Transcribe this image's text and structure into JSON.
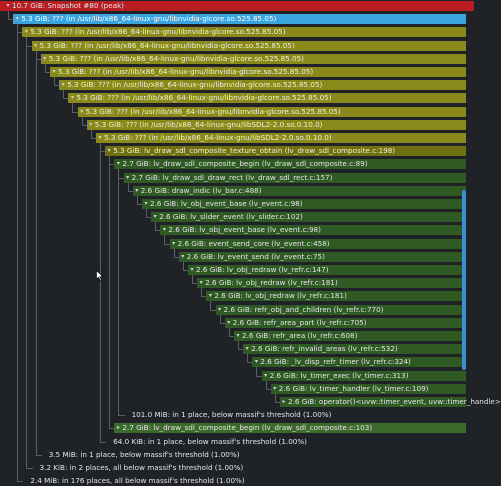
{
  "colors": {
    "root": "#b81d22",
    "selected": "#39a4de",
    "olive": "#8a8a1c",
    "olive_dark": "#6f700f",
    "green": "#2f5a24",
    "green_mid": "#3c6a2b",
    "plain": "#1f2226",
    "line": "#5a5f63"
  },
  "tree": {
    "rows": [
      {
        "text": "10.7 GiB: Snapshot #80 (peak)",
        "level": 0,
        "arrow": "▾",
        "style": "root"
      },
      {
        "text": "5.3 GiB: ??? (in /usr/lib/x86_64-linux-gnu/libnvidia-glcore.so.525.85.05)",
        "level": 1,
        "arrow": "▾",
        "style": "selected"
      },
      {
        "text": "5.3 GiB: ??? (in /usr/lib/x86_64-linux-gnu/libnvidia-glcore.so.525.85.05)",
        "level": 2,
        "arrow": "▾",
        "style": "olive"
      },
      {
        "text": "5.3 GiB: ??? (in /usr/lib/x86_64-linux-gnu/libnvidia-glcore.so.525.85.05)",
        "level": 3,
        "arrow": "▾",
        "style": "olive"
      },
      {
        "text": "5.3 GiB: ??? (in /usr/lib/x86_64-linux-gnu/libnvidia-glcore.so.525.85.05)",
        "level": 4,
        "arrow": "▾",
        "style": "olive"
      },
      {
        "text": "5.3 GiB: ??? (in /usr/lib/x86_64-linux-gnu/libnvidia-glcore.so.525.85.05)",
        "level": 5,
        "arrow": "▾",
        "style": "olive"
      },
      {
        "text": "5.3 GiB: ??? (in /usr/lib/x86_64-linux-gnu/libnvidia-glcore.so.525.85.05)",
        "level": 6,
        "arrow": "▾",
        "style": "olive"
      },
      {
        "text": "5.3 GiB: ??? (in /usr/lib/x86_64-linux-gnu/libnvidia-glcore.so.525.85.05)",
        "level": 7,
        "arrow": "▾",
        "style": "olive"
      },
      {
        "text": "5.3 GiB: ??? (in /usr/lib/x86_64-linux-gnu/libnvidia-glcore.so.525.85.05)",
        "level": 8,
        "arrow": "▾",
        "style": "olive"
      },
      {
        "text": "5.3 GiB: ??? (in /usr/lib/x86_64-linux-gnu/libSDL2-2.0.so.0.10.0)",
        "level": 9,
        "arrow": "▾",
        "style": "olive"
      },
      {
        "text": "5.3 GiB: ??? (in /usr/lib/x86_64-linux-gnu/libSDL2-2.0.so.0.10.0)",
        "level": 10,
        "arrow": "▾",
        "style": "olive"
      },
      {
        "text": "5.3 GiB: lv_draw_sdl_composite_texture_obtain (lv_draw_sdl_composite.c:198)",
        "level": 11,
        "arrow": "▾",
        "style": "olive_dark"
      },
      {
        "text": "2.7 GiB: lv_draw_sdl_composite_begin (lv_draw_sdl_composite.c:89)",
        "level": 12,
        "arrow": "▾",
        "style": "green"
      },
      {
        "text": "2.7 GiB: lv_draw_sdl_draw_rect (lv_draw_sdl_rect.c:157)",
        "level": 13,
        "arrow": "▾",
        "style": "green"
      },
      {
        "text": "2.6 GiB: draw_indic (lv_bar.c:488)",
        "level": 14,
        "arrow": "▾",
        "style": "green"
      },
      {
        "text": "2.6 GiB: lv_obj_event_base (lv_event.c:98)",
        "level": 15,
        "arrow": "▾",
        "style": "green"
      },
      {
        "text": "2.6 GiB: lv_slider_event (lv_slider.c:102)",
        "level": 16,
        "arrow": "▾",
        "style": "green"
      },
      {
        "text": "2.6 GiB: lv_obj_event_base (lv_event.c:98)",
        "level": 17,
        "arrow": "▾",
        "style": "green"
      },
      {
        "text": "2.6 GiB: event_send_core (lv_event.c:458)",
        "level": 18,
        "arrow": "▾",
        "style": "green"
      },
      {
        "text": "2.6 GiB: lv_event_send (lv_event.c:75)",
        "level": 19,
        "arrow": "▾",
        "style": "green"
      },
      {
        "text": "2.6 GiB: lv_obj_redraw (lv_refr.c:147)",
        "level": 20,
        "arrow": "▾",
        "style": "green"
      },
      {
        "text": "2.6 GiB: lv_obj_redraw (lv_refr.c:181)",
        "level": 21,
        "arrow": "▾",
        "style": "green"
      },
      {
        "text": "2.6 GiB: lv_obj_redraw (lv_refr.c:181)",
        "level": 22,
        "arrow": "▾",
        "style": "green"
      },
      {
        "text": "2.6 GiB: refr_obj_and_children (lv_refr.c:770)",
        "level": 23,
        "arrow": "▾",
        "style": "green"
      },
      {
        "text": "2.6 GiB: refr_area_part (lv_refr.c:705)",
        "level": 24,
        "arrow": "▾",
        "style": "green"
      },
      {
        "text": "2.6 GiB: refr_area (lv_refr.c:608)",
        "level": 25,
        "arrow": "▾",
        "style": "green"
      },
      {
        "text": "2.6 GiB: refr_invalid_areas (lv_refr.c:532)",
        "level": 26,
        "arrow": "▾",
        "style": "green"
      },
      {
        "text": "2.6 GiB: _lv_disp_refr_timer (lv_refr.c:324)",
        "level": 27,
        "arrow": "▾",
        "style": "green"
      },
      {
        "text": "2.6 GiB: lv_timer_exec (lv_timer.c:313)",
        "level": 28,
        "arrow": "▾",
        "style": "green"
      },
      {
        "text": "2.6 GiB: lv_timer_handler (lv_timer.c:109)",
        "level": 29,
        "arrow": "▾",
        "style": "green"
      },
      {
        "text": "2.6 GiB: operator()<uvw::timer_event, uvw::timer_handle>",
        "level": 30,
        "arrow": "▸",
        "style": "green"
      },
      {
        "text": "101.0 MiB: in 1 place, below massif's threshold (1.00%)",
        "level": 13,
        "arrow": "",
        "style": "plain"
      },
      {
        "text": "2.7 GiB: lv_draw_sdl_composite_begin (lv_draw_sdl_composite.c:103)",
        "level": 12,
        "arrow": "▸",
        "style": "green_mid"
      },
      {
        "text": "64.0 KiB: in 1 place, below massif's threshold (1.00%)",
        "level": 11,
        "arrow": "",
        "style": "plain"
      },
      {
        "text": "3.5 MiB: in 1 place, below massif's threshold (1.00%)",
        "level": 4,
        "arrow": "",
        "style": "plain"
      },
      {
        "text": "3.2 KiB: in 2 places, all below massif's threshold (1.00%)",
        "level": 3,
        "arrow": "",
        "style": "plain"
      },
      {
        "text": "2.4 MiB: in 176 places, all below massif's threshold (1.00%)",
        "level": 2,
        "arrow": "",
        "style": "plain"
      }
    ]
  }
}
